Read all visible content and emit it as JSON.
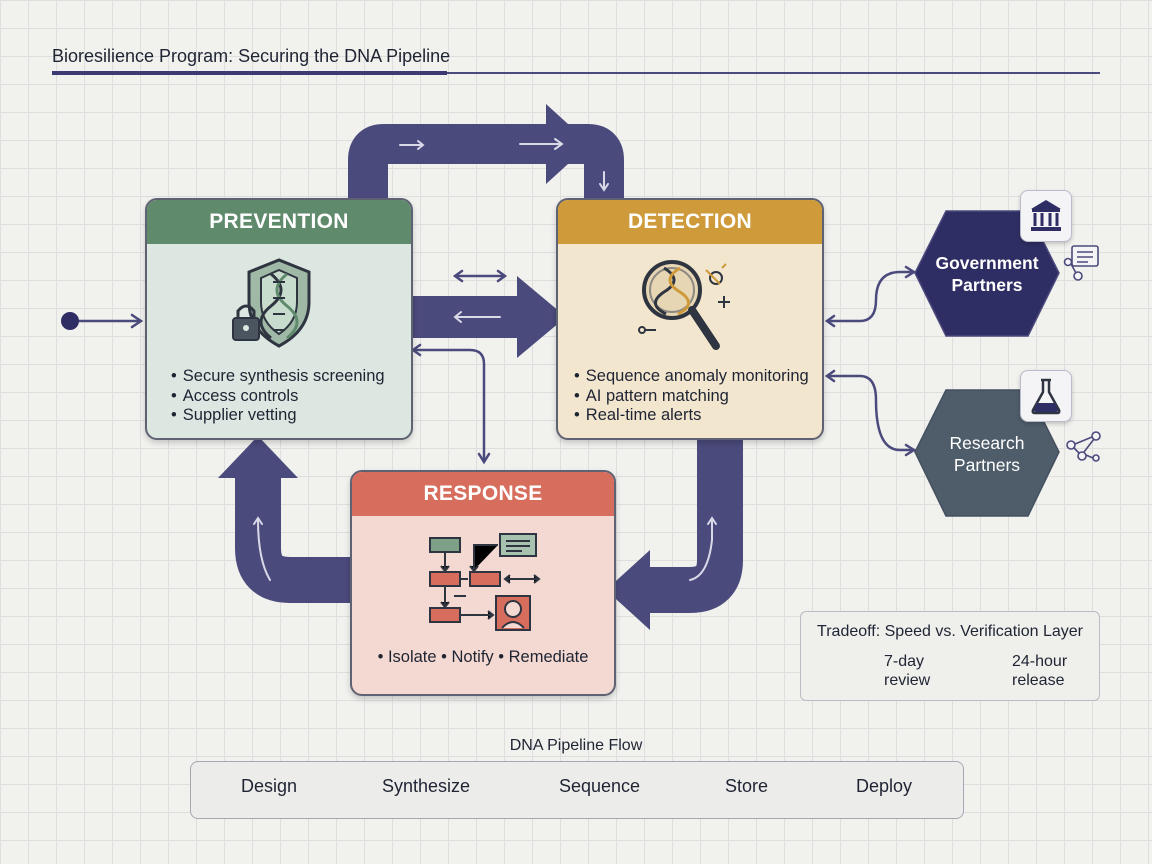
{
  "title": "Bioresilience Program: Securing the DNA Pipeline",
  "colors": {
    "arrow": "#4b4a7c",
    "prevention": "#5f8a6c",
    "detection": "#cf9a3a",
    "response": "#d76e5d",
    "government": "#2f2e64",
    "research": "#4f5d6b"
  },
  "prevention": {
    "heading": "PREVENTION",
    "icon": "shield-dna-lock-icon",
    "items": [
      "Secure synthesis screening",
      "Access controls",
      "Supplier vetting"
    ]
  },
  "detection": {
    "heading": "DETECTION",
    "icon": "magnifier-dna-icon",
    "items": [
      "Sequence anomaly monitoring",
      "AI pattern matching",
      "Real-time alerts"
    ]
  },
  "response": {
    "heading": "RESPONSE",
    "icon": "workflow-icon",
    "actions": "• Isolate • Notify • Remediate"
  },
  "partners": {
    "government": {
      "line1": "Government",
      "line2": "Partners",
      "icon": "government-building-icon",
      "side_icon": "document-network-icon"
    },
    "research": {
      "line1": "Research",
      "line2": "Partners",
      "icon": "flask-icon",
      "side_icon": "network-icon"
    }
  },
  "tradeoff": {
    "title": "Tradeoff: Speed vs. Verification Layer",
    "option_a": {
      "line1": "7-day",
      "line2": "review",
      "icon": "scales-icon"
    },
    "option_b": {
      "line1": "24-hour",
      "line2": "release",
      "icon": "split-arrow-icon"
    }
  },
  "pipeline": {
    "title": "DNA Pipeline Flow",
    "stages": [
      "Design",
      "Synthesize",
      "Sequence",
      "Store",
      "Deploy"
    ]
  }
}
